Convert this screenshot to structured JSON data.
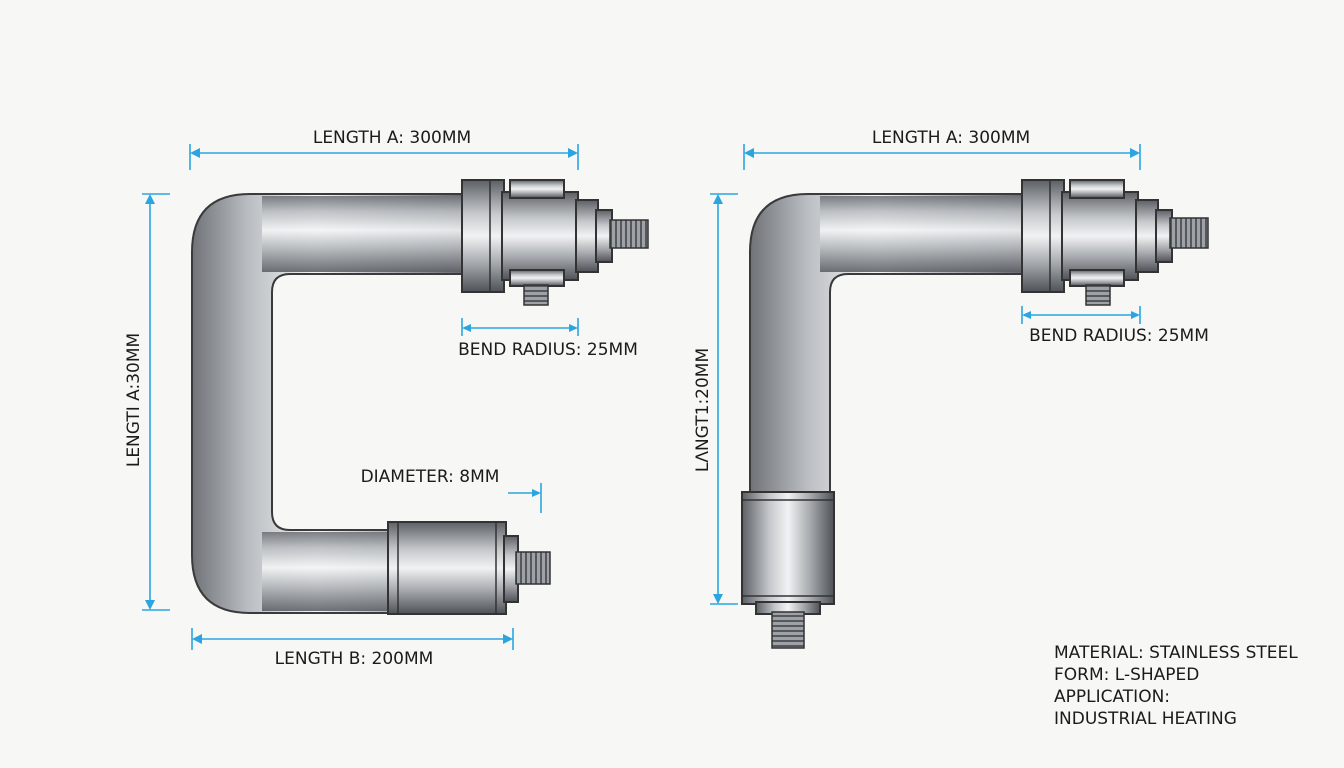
{
  "left_drawing": {
    "length_a_top": "LENGTH A: 300MM",
    "length_a_side": "LENGTI A:30MM",
    "length_b": "LENGTH B: 200MM",
    "bend_radius": "BEND RADIUS: 25MM",
    "diameter": "DIAMETER: 8MM"
  },
  "right_drawing": {
    "length_a_top": "LENGTH A: 300MM",
    "length_side": "LΛNGT1:20MM",
    "bend_radius": "BEND RADIUS: 25MM"
  },
  "spec_notes": {
    "material": "MATERIAL: STAINLESS STEEL",
    "form": "FORM: L-SHAPED",
    "application_label": "APPLICATION:",
    "application_value": "INDUSTRIAL HEATING"
  },
  "colors": {
    "dimension_line": "#2aa5df",
    "metal_dark": "#6f7378",
    "metal_light": "#f4f5f6",
    "background": "#f7f7f6"
  }
}
